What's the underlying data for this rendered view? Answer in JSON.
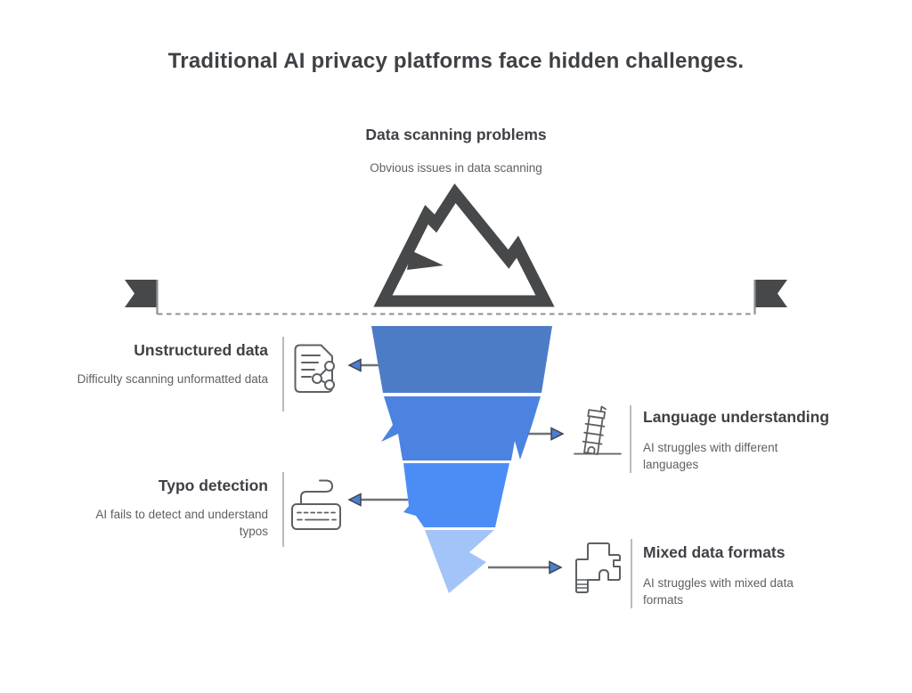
{
  "title": "Traditional AI privacy platforms face hidden challenges.",
  "surface": {
    "heading": "Data scanning problems",
    "subheading": "Obvious issues in data scanning",
    "icon": "mountain-icon"
  },
  "callouts": [
    {
      "side": "left",
      "title": "Unstructured data",
      "description": "Difficulty scanning unformatted data",
      "icon": "document-share-icon"
    },
    {
      "side": "right",
      "title": "Language understanding",
      "description": "AI struggles with different languages",
      "icon": "pisa-tower-icon"
    },
    {
      "side": "left",
      "title": "Typo detection",
      "description": "AI fails to detect and understand typos",
      "icon": "keyboard-icon"
    },
    {
      "side": "right",
      "title": "Mixed data formats",
      "description": "AI struggles with mixed data formats",
      "icon": "puzzle-icon"
    }
  ],
  "iceberg": {
    "segments": [
      {
        "color": "#4d7cc7"
      },
      {
        "color": "#4c83e0"
      },
      {
        "color": "#4b8df5"
      },
      {
        "color": "#a3c4f9"
      }
    ]
  },
  "colors": {
    "dark": "#474849",
    "line_gray": "#6f7276",
    "divider_gray": "#b7bbc1",
    "icon_gray": "#5d6064",
    "arrow_accent": "#4a7fd2",
    "text_primary": "#3e4145",
    "text_secondary": "#5d6165"
  }
}
